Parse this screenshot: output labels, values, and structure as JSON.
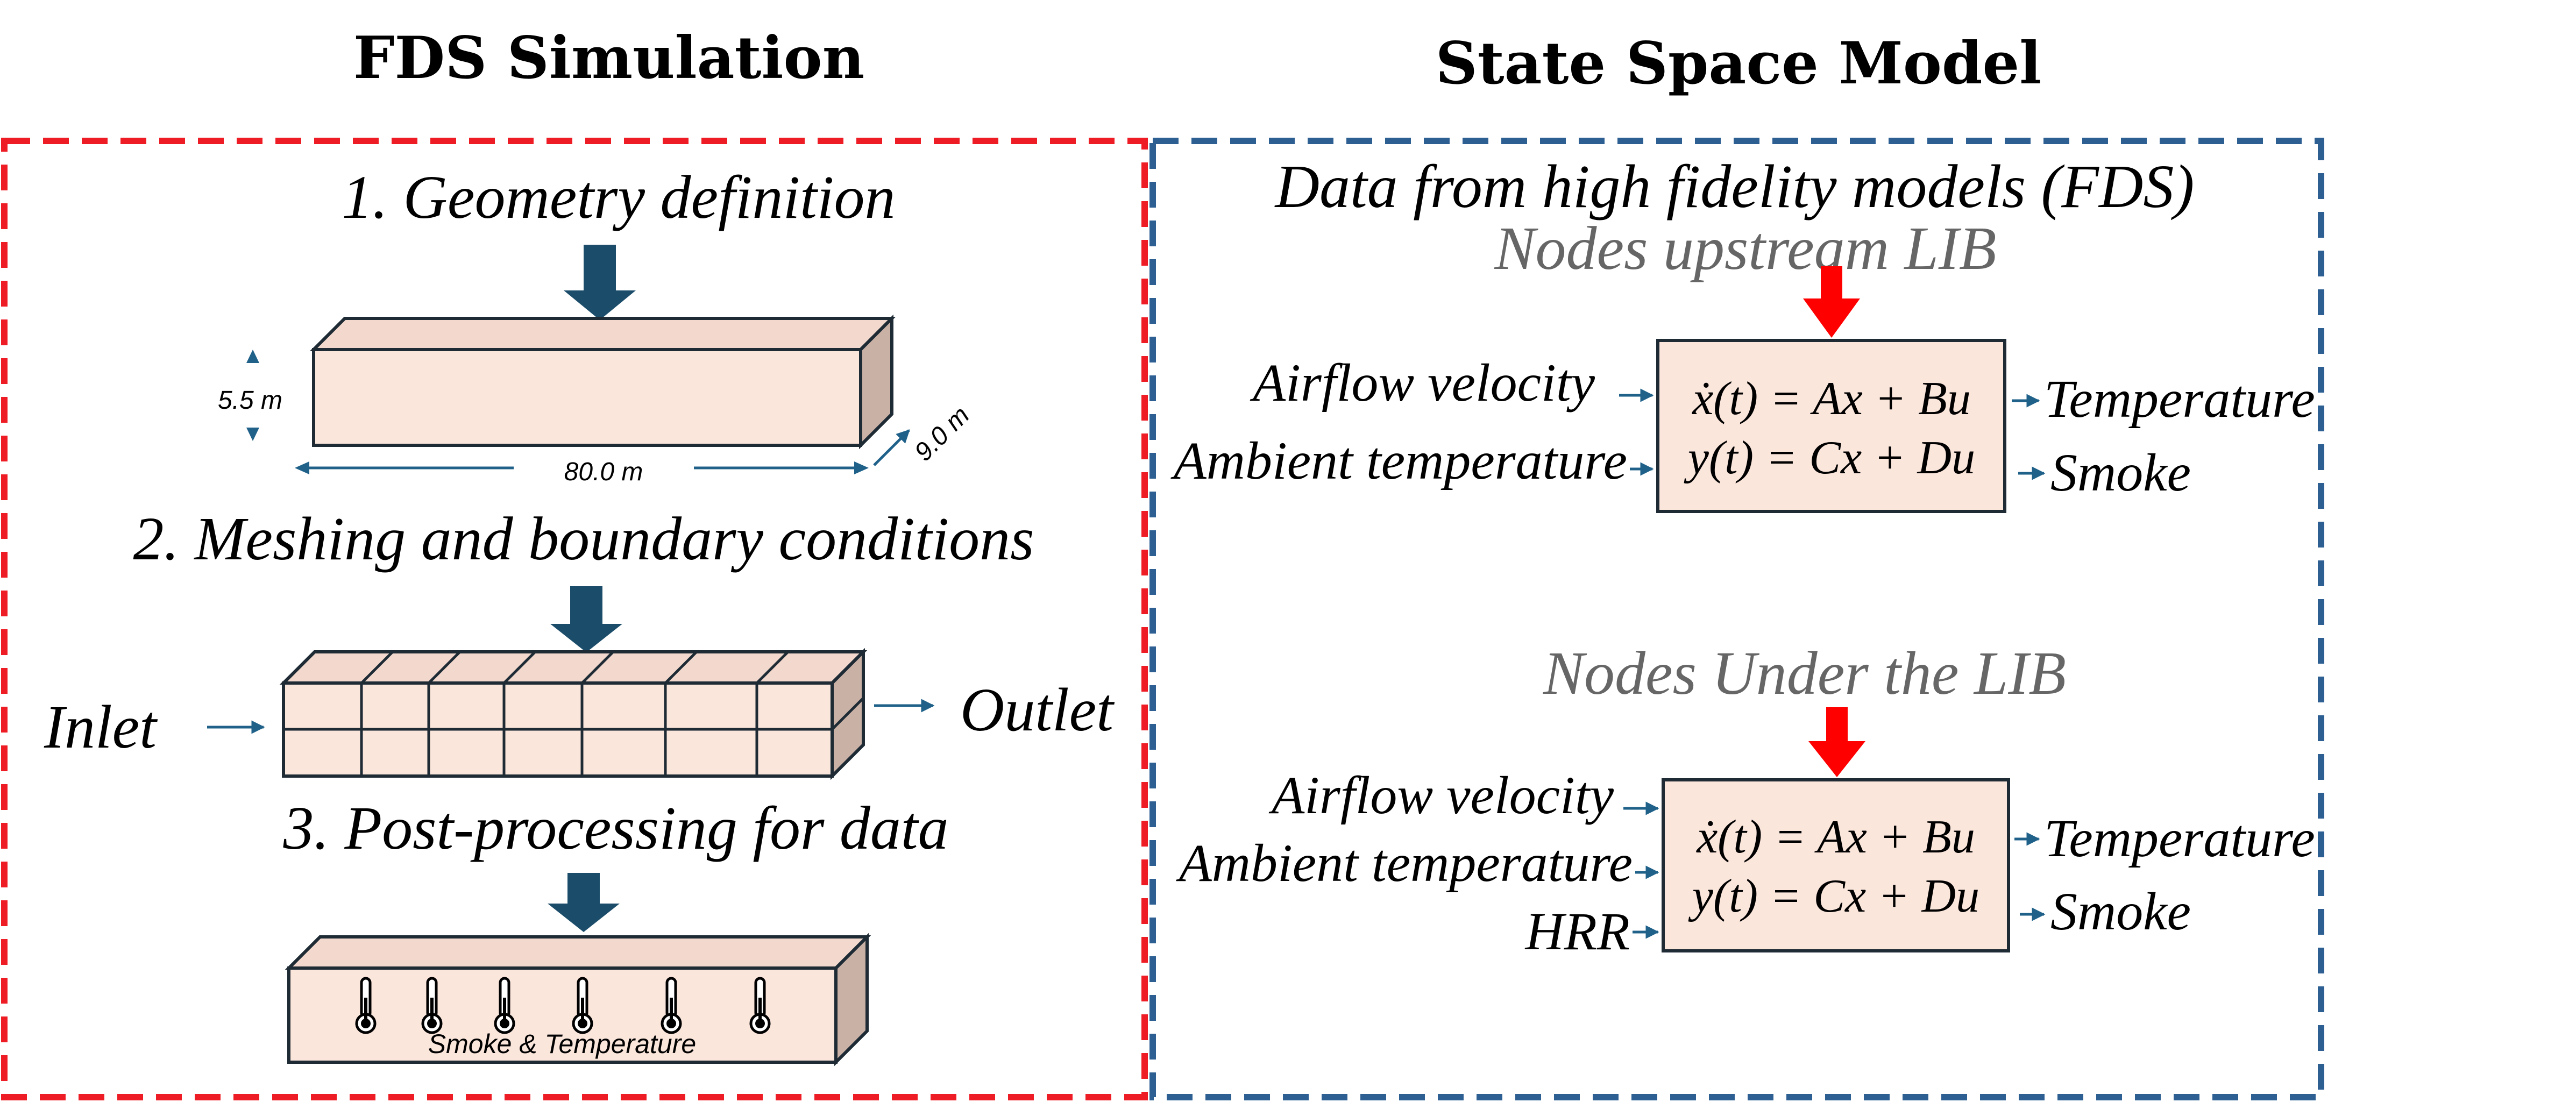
{
  "left_panel": {
    "title": "FDS Simulation",
    "border_color": "#ee1c25",
    "steps": [
      {
        "label": "1. Geometry definition"
      },
      {
        "label": "2. Meshing and boundary conditions"
      },
      {
        "label": "3. Post-processing for data"
      }
    ],
    "dimensions": {
      "height": "5.5 m",
      "length": "80.0 m",
      "depth": "9.0 m"
    },
    "inlet_label": "Inlet",
    "outlet_label": "Outlet",
    "sensor_caption": "Smoke & Temperature"
  },
  "right_panel": {
    "title": "State Space Model",
    "border_color": "#2d5f93",
    "data_source": "Data from high fidelity models (FDS)",
    "blocks": [
      {
        "subtitle": "Nodes upstream LIB",
        "inputs": [
          "Airflow velocity",
          "Ambient temperature"
        ],
        "equations": [
          "ẋ(t) = Ax + Bu",
          "y(t) = Cx + Du"
        ],
        "outputs": [
          "Temperature",
          "Smoke"
        ]
      },
      {
        "subtitle": "Nodes Under the LIB",
        "inputs": [
          "Airflow velocity",
          "Ambient temperature",
          "HRR"
        ],
        "equations": [
          "ẋ(t) = Ax + Bu",
          "y(t) = Cx + Du"
        ],
        "outputs": [
          "Temperature",
          "Smoke"
        ]
      }
    ]
  },
  "colors": {
    "box_fill": "#fbe6dc",
    "box_side": "#c9b1a6",
    "step_arrow": "#1b4d6a",
    "connector": "#1f6189",
    "heat_arrow": "#ff0000",
    "subtitle_text": "#666666"
  }
}
